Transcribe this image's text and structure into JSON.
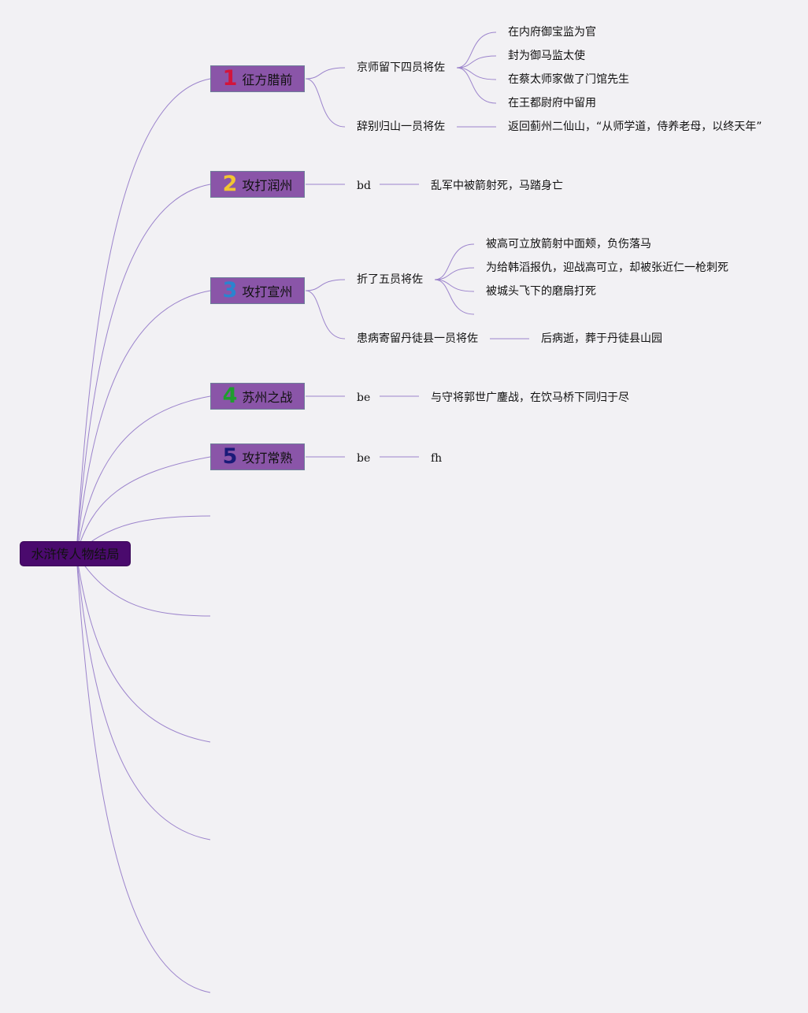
{
  "root": {
    "label": "水浒传人物结局"
  },
  "colors": {
    "line": "#9c84cc",
    "root_bg": "#4a0a6d",
    "topic_bg": "#8a55a8",
    "background": "#f2f1f4"
  },
  "topics": [
    {
      "number": "1",
      "label": "征方腊前",
      "number_color": "#d2153c"
    },
    {
      "number": "2",
      "label": "攻打润州",
      "number_color": "#f2c531"
    },
    {
      "number": "3",
      "label": "攻打宣州",
      "number_color": "#2b84cf"
    },
    {
      "number": "4",
      "label": "苏州之战",
      "number_color": "#1f9d2e"
    },
    {
      "number": "5",
      "label": "攻打常熟",
      "number_color": "#1a1a78"
    }
  ],
  "branches": {
    "t1_a": "京师留下四员将佐",
    "t1_a_items": [
      "在内府御宝监为官",
      "封为御马监太使",
      "在蔡太师家做了门馆先生",
      "在王都尉府中留用"
    ],
    "t1_b": "辞别归山一员将佐",
    "t1_b_item": "返回蓟州二仙山，“从师学道，侍养老母，以终天年”",
    "t2_a": "bd",
    "t2_a_item": "乱军中被箭射死，马踏身亡",
    "t3_a": "折了五员将佐",
    "t3_a_items": [
      "被高可立放箭射中面颊，负伤落马",
      "为给韩滔报仇，迎战高可立，却被张近仁一枪刺死",
      "被城头飞下的磨扇打死"
    ],
    "t3_b": "患病寄留丹徒县一员将佐",
    "t3_b_item": "后病逝，葬于丹徒县山园",
    "t4_a": "be",
    "t4_a_item": "与守将郭世广鏖战，在饮马桥下同归于尽",
    "t5_a": "be",
    "t5_a_item": "fh"
  }
}
